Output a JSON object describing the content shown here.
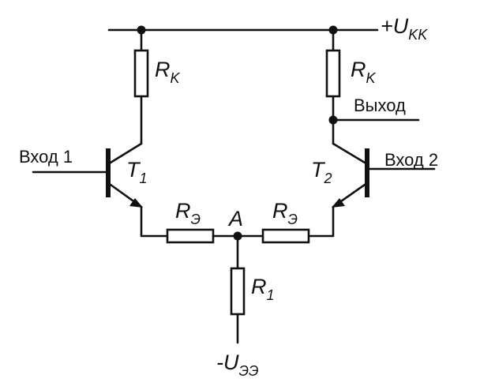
{
  "labels": {
    "supply_pos": {
      "sign": "+",
      "symbol": "U",
      "sub": "KK"
    },
    "supply_neg": {
      "sign": "-",
      "symbol": "U",
      "sub": "ЭЭ"
    },
    "rk_left": {
      "symbol": "R",
      "sub": "K"
    },
    "rk_right": {
      "symbol": "R",
      "sub": "K"
    },
    "re_left": {
      "symbol": "R",
      "sub": "Э"
    },
    "re_right": {
      "symbol": "R",
      "sub": "Э"
    },
    "r1": {
      "symbol": "R",
      "sub": "1"
    },
    "t1": {
      "symbol": "T",
      "sub": "1"
    },
    "t2": {
      "symbol": "T",
      "sub": "2"
    },
    "node_a": "A",
    "input1": "Вход 1",
    "input2": "Вход 2",
    "output": "Выход"
  }
}
